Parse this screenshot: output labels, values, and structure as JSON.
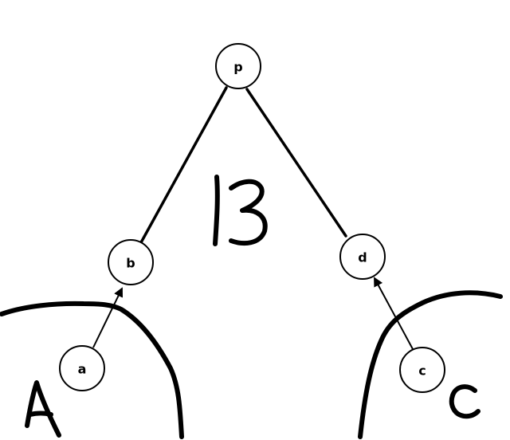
{
  "nodes": {
    "p": "p",
    "b": "b",
    "d": "d",
    "a": "a",
    "c": "c"
  },
  "regions": {
    "left": "A",
    "middle": "B",
    "right": "C"
  },
  "colors": {
    "stroke": "#000000",
    "node_fill": "#ffffff",
    "background": "#ffffff"
  }
}
